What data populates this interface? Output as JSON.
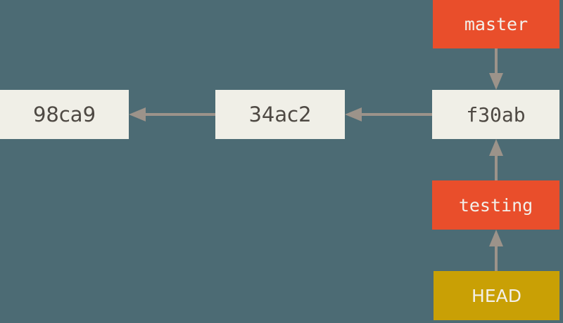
{
  "diagram": {
    "type": "git-commit-graph",
    "background": "#4c6b74",
    "commit_box_color": "#f0efe7",
    "commit_text_color": "#4e4943",
    "branch_color": "#e94e2b",
    "head_color": "#c9a005",
    "label_text_color": "#f3f0ea",
    "arrow_color": "#9c938a",
    "commits": [
      {
        "id": "98ca9",
        "label": "98ca9"
      },
      {
        "id": "34ac2",
        "label": "34ac2"
      },
      {
        "id": "f30ab",
        "label": "f30ab"
      }
    ],
    "refs": [
      {
        "id": "master",
        "label": "master",
        "kind": "branch",
        "points_to": "f30ab"
      },
      {
        "id": "testing",
        "label": "testing",
        "kind": "branch",
        "points_to": "f30ab"
      },
      {
        "id": "HEAD",
        "label": "HEAD",
        "kind": "head",
        "points_to": "testing"
      }
    ],
    "edges": [
      {
        "from": "34ac2",
        "to": "98ca9",
        "direction": "left"
      },
      {
        "from": "f30ab",
        "to": "34ac2",
        "direction": "left"
      },
      {
        "from": "master",
        "to": "f30ab",
        "direction": "down"
      },
      {
        "from": "testing",
        "to": "f30ab",
        "direction": "up"
      },
      {
        "from": "HEAD",
        "to": "testing",
        "direction": "up"
      }
    ]
  }
}
